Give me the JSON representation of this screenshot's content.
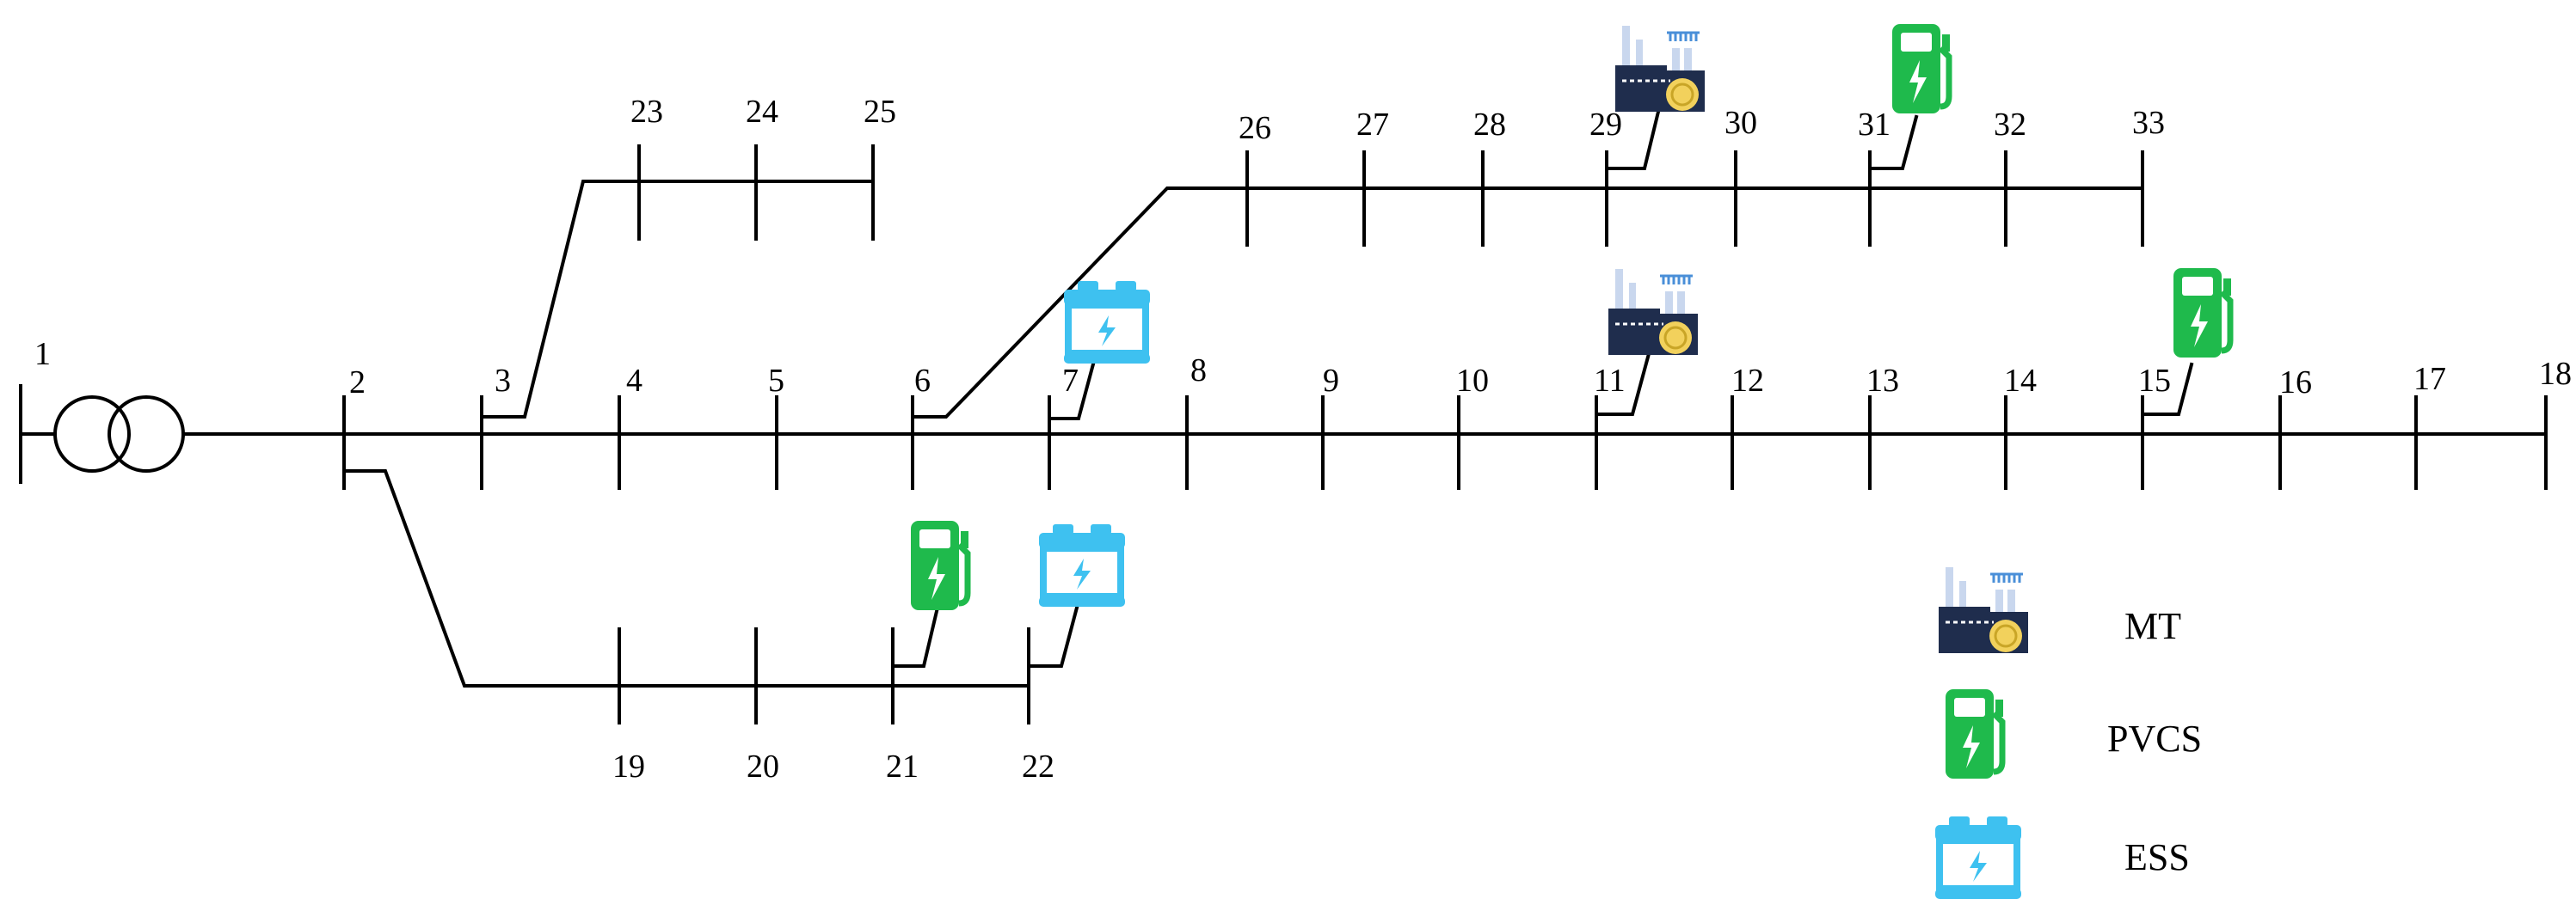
{
  "colors": {
    "line": "#000000",
    "mt_body": "#1f2d4d",
    "mt_chimney": "#c9d7ee",
    "mt_accent": "#4a8fd8",
    "mt_coin": "#f2d15c",
    "pvcs": "#1fba4c",
    "ess": "#3ec1f0"
  },
  "buses": {
    "b1": "1",
    "b2": "2",
    "b3": "3",
    "b4": "4",
    "b5": "5",
    "b6": "6",
    "b7": "7",
    "b8": "8",
    "b9": "9",
    "b10": "10",
    "b11": "11",
    "b12": "12",
    "b13": "13",
    "b14": "14",
    "b15": "15",
    "b16": "16",
    "b17": "17",
    "b18": "18",
    "b19": "19",
    "b20": "20",
    "b21": "21",
    "b22": "22",
    "b23": "23",
    "b24": "24",
    "b25": "25",
    "b26": "26",
    "b27": "27",
    "b28": "28",
    "b29": "29",
    "b30": "30",
    "b31": "31",
    "b32": "32",
    "b33": "33"
  },
  "devices": {
    "mt": {
      "icon": "microturbine-icon",
      "at_buses": [
        "11",
        "29"
      ]
    },
    "pvcs": {
      "icon": "charging-station-icon",
      "at_buses": [
        "15",
        "21",
        "31"
      ]
    },
    "ess": {
      "icon": "battery-icon",
      "at_buses": [
        "7",
        "22"
      ]
    }
  },
  "legend": {
    "mt": "MT",
    "pvcs": "PVCS",
    "ess": "ESS"
  }
}
